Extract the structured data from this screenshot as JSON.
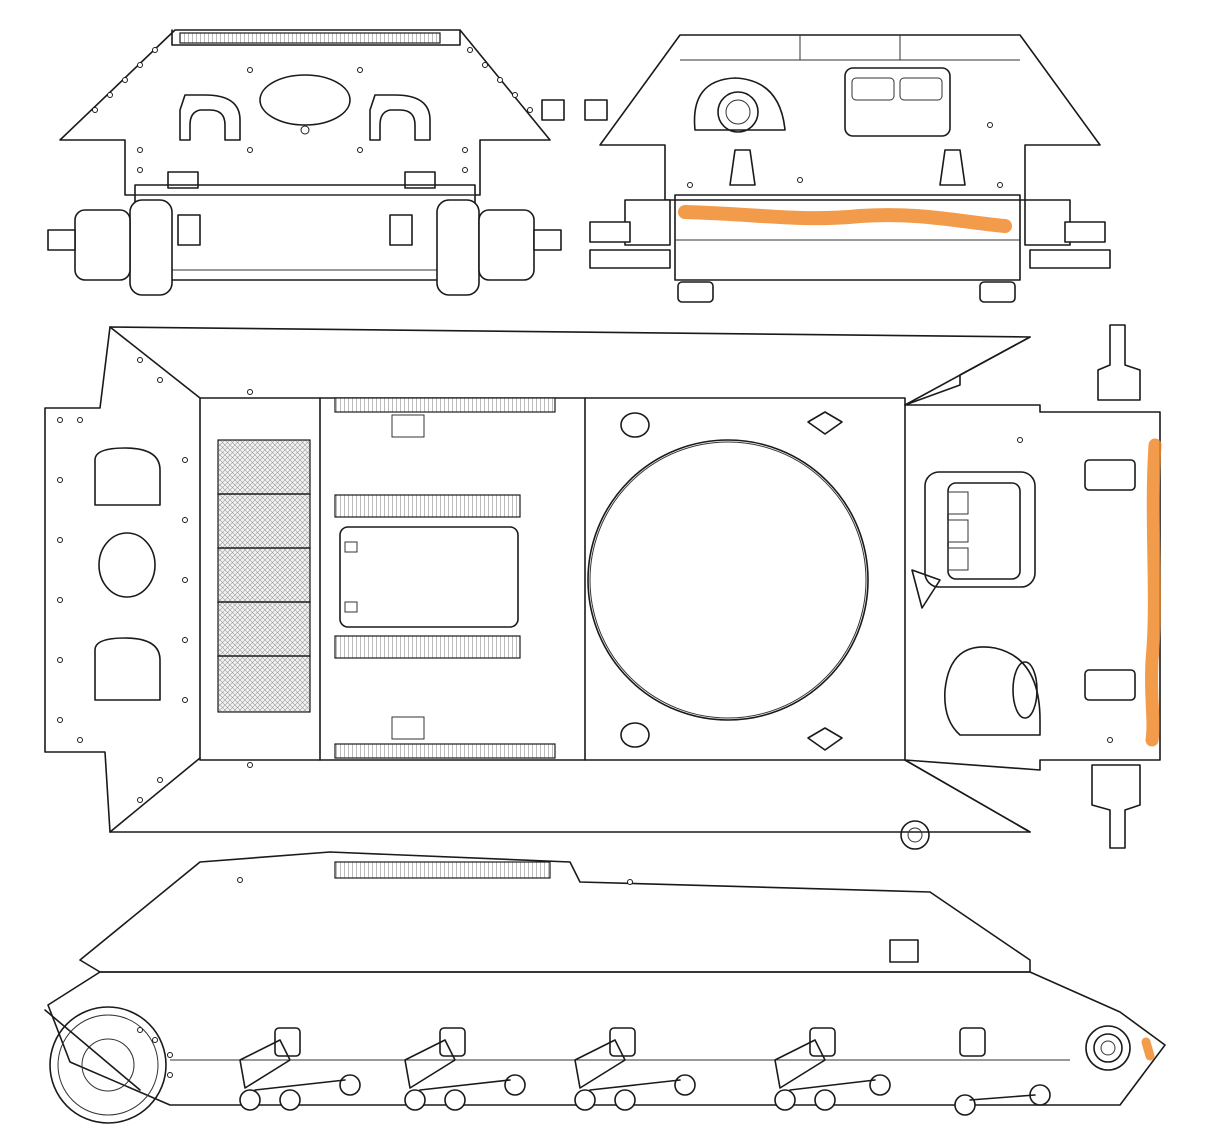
{
  "colors": {
    "line": "#1a1a1a",
    "background": "#ffffff",
    "highlight": "#f08a2c"
  },
  "views": [
    {
      "id": "front-view"
    },
    {
      "id": "rear-view"
    },
    {
      "id": "top-view"
    },
    {
      "id": "side-view"
    }
  ],
  "highlights": [
    {
      "view": "rear-view",
      "shape": "horizontal-band"
    },
    {
      "view": "top-view",
      "shape": "vertical-band"
    },
    {
      "view": "side-view",
      "shape": "spot"
    }
  ]
}
